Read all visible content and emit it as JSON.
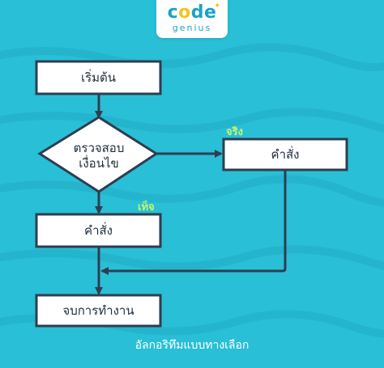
{
  "brand": {
    "logo_code": "code",
    "logo_genius": "genius"
  },
  "flowchart": {
    "start": "เริ่มต้น",
    "decision_line1": "ตรวจสอบ",
    "decision_line2": "เงื่อนไข",
    "true_label": "จริง",
    "false_label": "เท็จ",
    "true_command": "คำสั่ง",
    "false_command": "คำสั่ง",
    "end": "จบการทำงาน"
  },
  "caption": "อัลกอริทึมแบบทางเลือก",
  "colors": {
    "background": "#29bfd6",
    "wave": "#23b3cc",
    "box_fill": "#ffffff",
    "stroke": "#2d3e50",
    "label_accent": "#c7f56a"
  }
}
